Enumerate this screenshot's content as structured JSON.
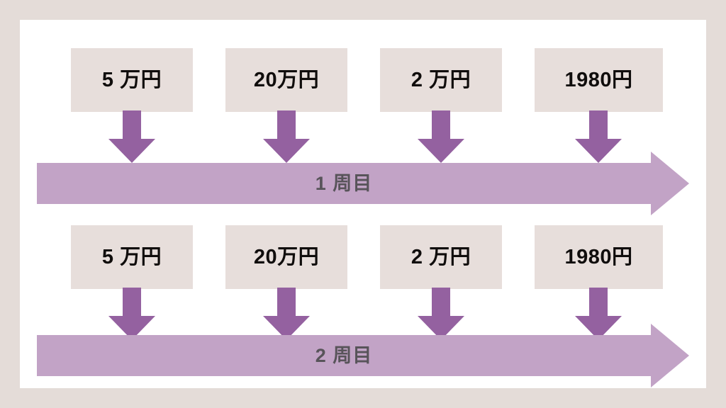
{
  "slide": {
    "title": "Recurring fee cycles diagram",
    "background_color": "#e4dcd8",
    "canvas_color": "#ffffff"
  },
  "colors": {
    "frame": "#e4dcd8",
    "canvas": "#ffffff",
    "box_fill": "#e7dedb",
    "box_text": "#100d0c",
    "arrow_dark": "#9461a0",
    "band_fill": "#c2a3c6",
    "band_text": "#58545a"
  },
  "rows": [
    {
      "id": "round-1",
      "boxes": [
        {
          "label": "5 万円"
        },
        {
          "label": "20万円"
        },
        {
          "label": "2 万円"
        },
        {
          "label": "1980円"
        }
      ],
      "arrows": [
        {
          "name": "down-arrow-1"
        },
        {
          "name": "down-arrow-2"
        },
        {
          "name": "down-arrow-3"
        },
        {
          "name": "down-arrow-4"
        }
      ],
      "band": {
        "label": "1 周目"
      }
    },
    {
      "id": "round-2",
      "boxes": [
        {
          "label": "5 万円"
        },
        {
          "label": "20万円"
        },
        {
          "label": "2 万円"
        },
        {
          "label": "1980円"
        }
      ],
      "arrows": [
        {
          "name": "down-arrow-1"
        },
        {
          "name": "down-arrow-2"
        },
        {
          "name": "down-arrow-3"
        },
        {
          "name": "down-arrow-4"
        }
      ],
      "band": {
        "label": "2 周目"
      }
    }
  ]
}
